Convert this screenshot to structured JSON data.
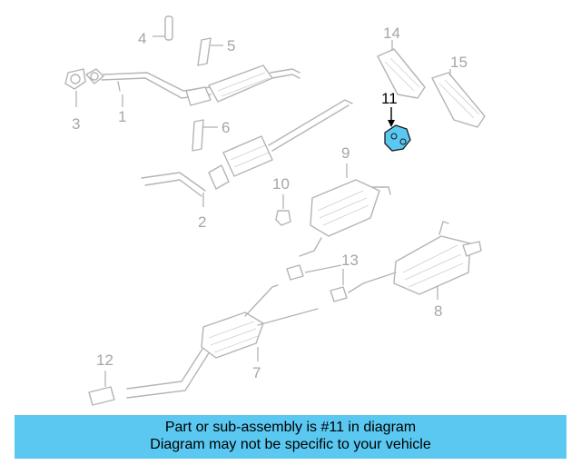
{
  "diagram": {
    "callouts": [
      {
        "id": "c1",
        "label": "1"
      },
      {
        "id": "c2",
        "label": "2"
      },
      {
        "id": "c3",
        "label": "3"
      },
      {
        "id": "c4",
        "label": "4"
      },
      {
        "id": "c5",
        "label": "5"
      },
      {
        "id": "c6",
        "label": "6"
      },
      {
        "id": "c7",
        "label": "7"
      },
      {
        "id": "c8",
        "label": "8"
      },
      {
        "id": "c9",
        "label": "9"
      },
      {
        "id": "c10",
        "label": "10"
      },
      {
        "id": "c11",
        "label": "11"
      },
      {
        "id": "c12",
        "label": "12"
      },
      {
        "id": "c13",
        "label": "13"
      },
      {
        "id": "c14",
        "label": "14"
      },
      {
        "id": "c15",
        "label": "15"
      }
    ],
    "highlighted_part": "11",
    "colors": {
      "highlight": "#5ac8f0",
      "line": "#b4b4b4",
      "label": "#a6a6a6"
    }
  },
  "banner": {
    "line1": "Part or sub-assembly is #11 in diagram",
    "line2": "Diagram may not be specific to your vehicle"
  }
}
